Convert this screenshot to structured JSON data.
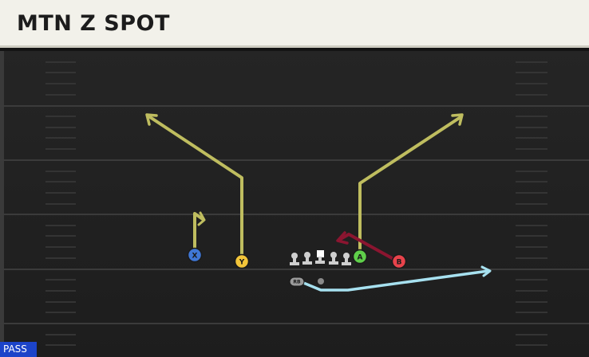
{
  "play": {
    "name": "MTN Z SPOT",
    "type_badge": "PASS"
  },
  "players": {
    "x": "X",
    "y": "Y",
    "a": "A",
    "b": "B",
    "rb": "RB"
  },
  "colors": {
    "header_bg": "#f2f1ea",
    "field_bg": "#222222",
    "yard_line": "#3c3c3c",
    "route_primary": "#bfbd5f",
    "route_block": "#8b1530",
    "route_rb": "#a7e1f0",
    "player_x": "#3f77d6",
    "player_y": "#f3c53a",
    "player_a": "#5fcf4a",
    "player_b": "#e8434b",
    "badge_bg": "#1c44c9"
  }
}
